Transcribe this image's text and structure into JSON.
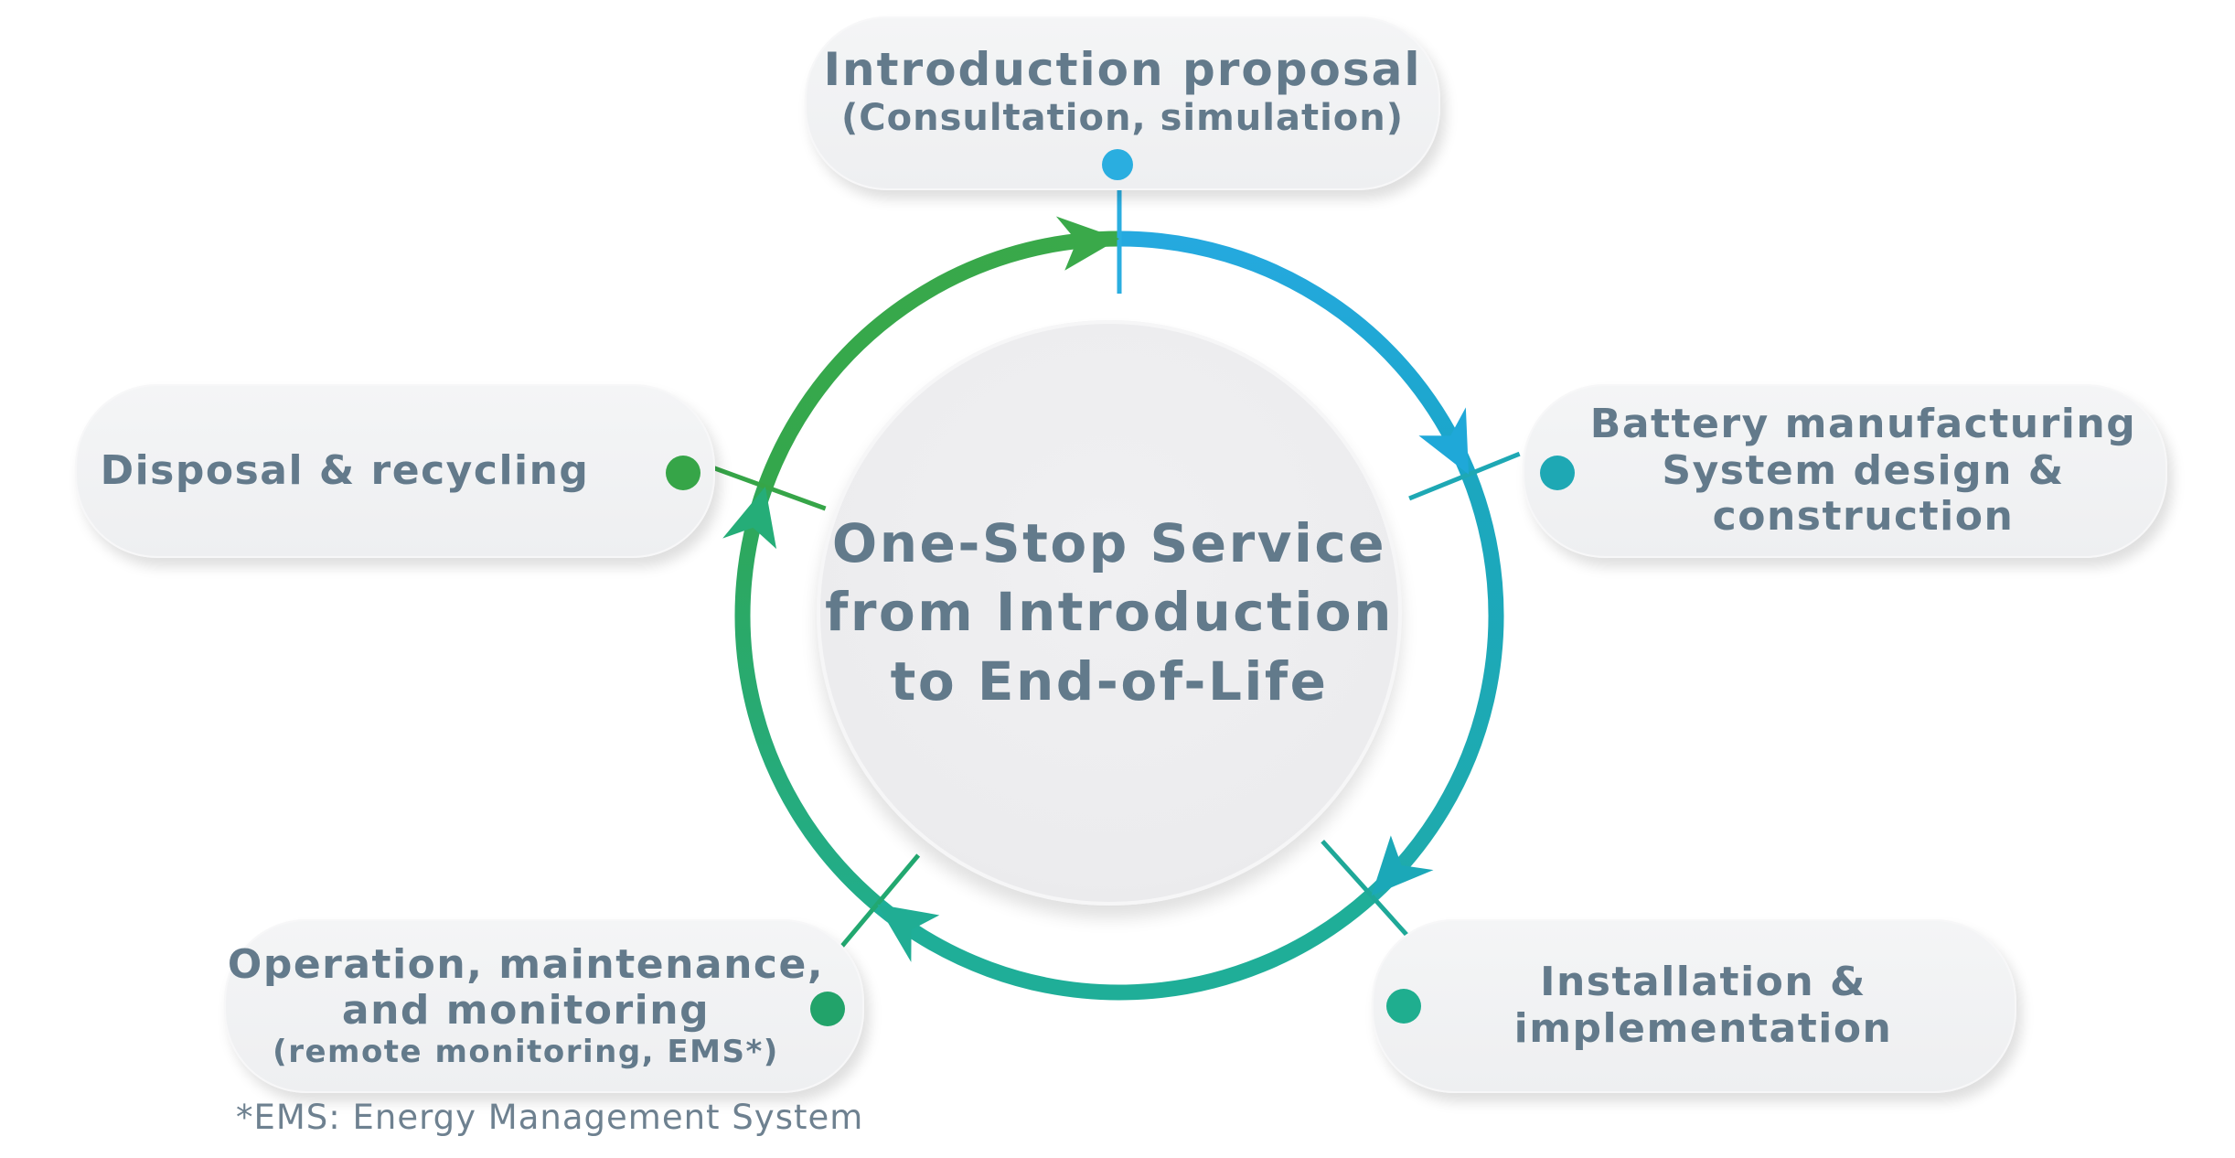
{
  "diagram": {
    "title_lines": [
      "One-Stop Service",
      "from Introduction",
      "to End-of-Life"
    ],
    "stages": [
      {
        "id": "introduction",
        "lines": [
          "Introduction proposal"
        ],
        "sub": "(Consultation, simulation)",
        "dot_color": "#29a9dd"
      },
      {
        "id": "battery",
        "lines": [
          "Battery manufacturing",
          "System design &",
          "construction"
        ],
        "sub": null,
        "dot_color": "#1ea8b4"
      },
      {
        "id": "installation",
        "lines": [
          "Installation &",
          "implementation"
        ],
        "sub": null,
        "dot_color": "#1fae8f"
      },
      {
        "id": "operation",
        "lines": [
          "Operation, maintenance,",
          "and monitoring"
        ],
        "sub": "(remote monitoring, EMS*)",
        "dot_color": "#22a36a"
      },
      {
        "id": "disposal",
        "lines": [
          "Disposal & recycling"
        ],
        "sub": null,
        "dot_color": "#36a548"
      }
    ],
    "flow_order": [
      "introduction",
      "battery",
      "installation",
      "operation",
      "disposal",
      "introduction"
    ],
    "footnote": "*EMS: Energy Management System",
    "colors": {
      "text": "#637a8b",
      "ring_blue": "#22a7dc",
      "ring_teal": "#1eb0a4",
      "ring_green": "#3aa94a",
      "pill_bg": "#eff0f2"
    }
  }
}
